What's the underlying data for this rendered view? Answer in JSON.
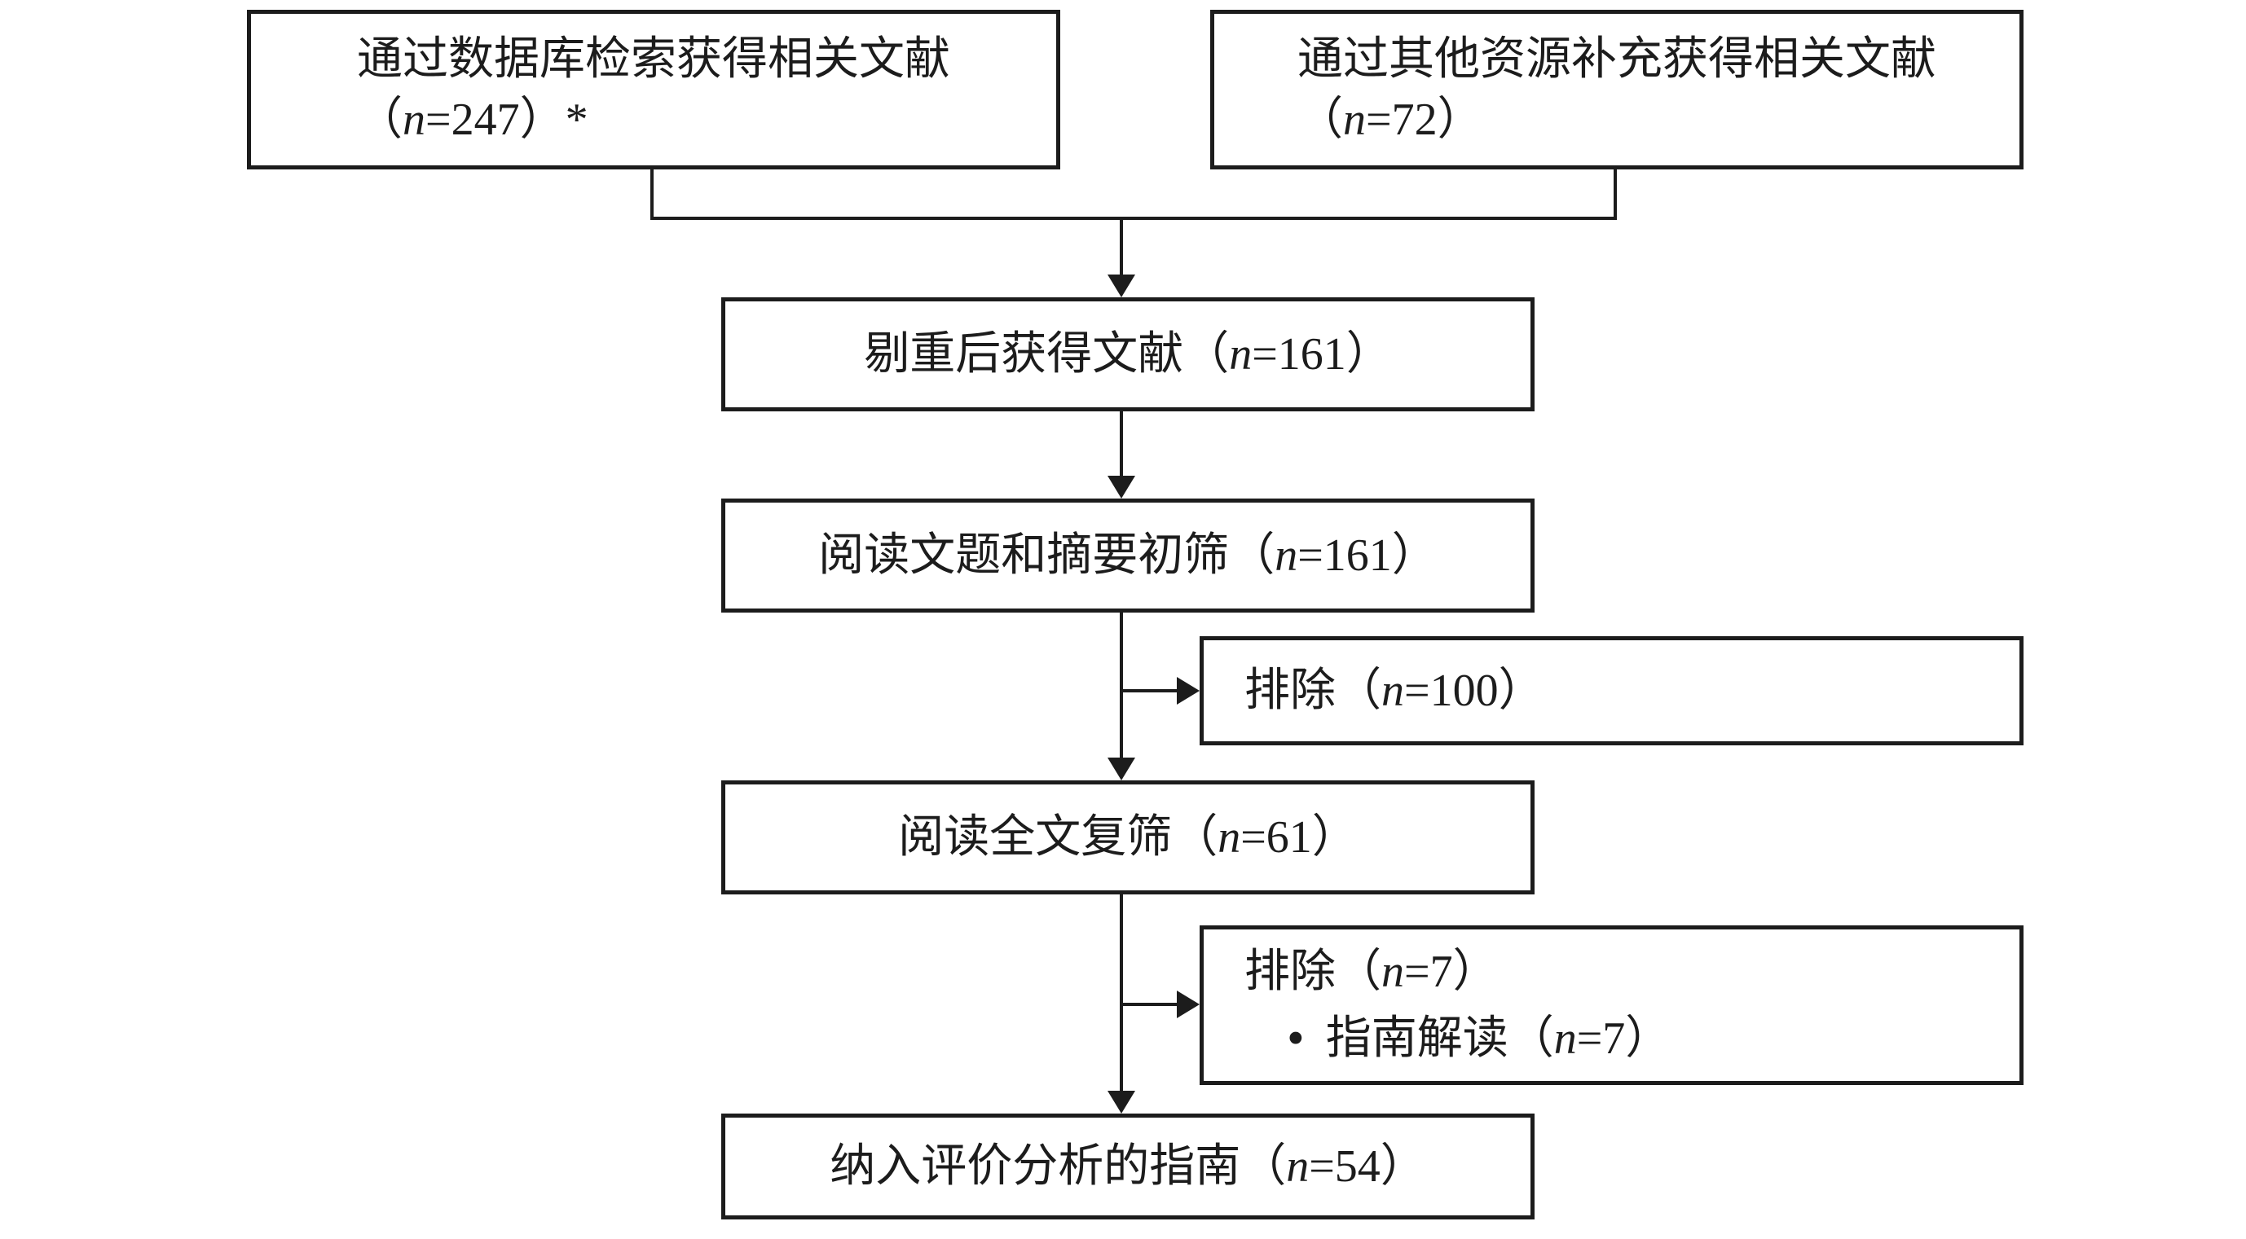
{
  "colors": {
    "background": "#ffffff",
    "line": "#1c1c1c",
    "text": "#1c1c1c"
  },
  "boxes": {
    "db_search": {
      "line1": "通过数据库检索获得相关文献",
      "line2": "（n=247）*"
    },
    "other_sources": {
      "line1": "通过其他资源补充获得相关文献",
      "line2": "（n=72）"
    },
    "dedup": {
      "label": "剔重后获得文献（n=161）"
    },
    "screen_title_abstract": {
      "label": "阅读文题和摘要初筛（n=161）"
    },
    "excluded_initial": {
      "label": "排除（n=100）"
    },
    "screen_fulltext": {
      "label": "阅读全文复筛（n=61）"
    },
    "excluded_fulltext": {
      "line1": "排除（n=7）",
      "bullet_glyph": "•",
      "bullet_text": "指南解读（n=7）"
    },
    "included": {
      "label": "纳入评价分析的指南（n=54）"
    }
  }
}
